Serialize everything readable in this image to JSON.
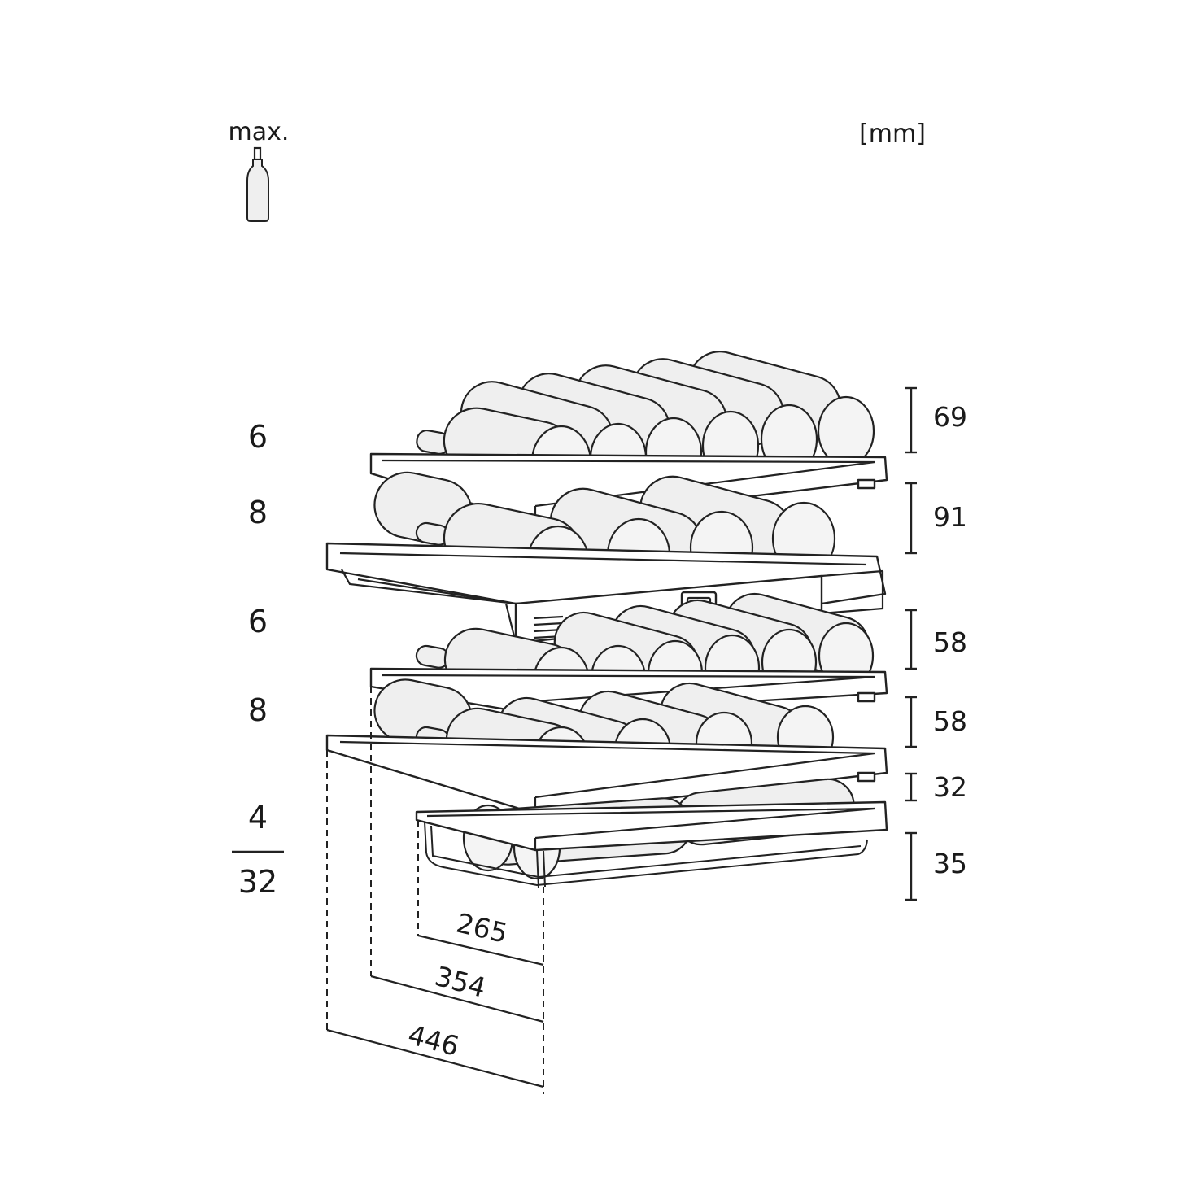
{
  "header": {
    "max_label": "max.",
    "unit_label": "[mm]"
  },
  "icons": {
    "bottle": "wine-bottle-icon"
  },
  "bottle_counts": [
    "6",
    "8",
    "6",
    "8",
    "4"
  ],
  "total_count": "32",
  "heights": [
    "69",
    "91",
    "58",
    "58",
    "32",
    "35"
  ],
  "depths": [
    "265",
    "354",
    "446"
  ]
}
